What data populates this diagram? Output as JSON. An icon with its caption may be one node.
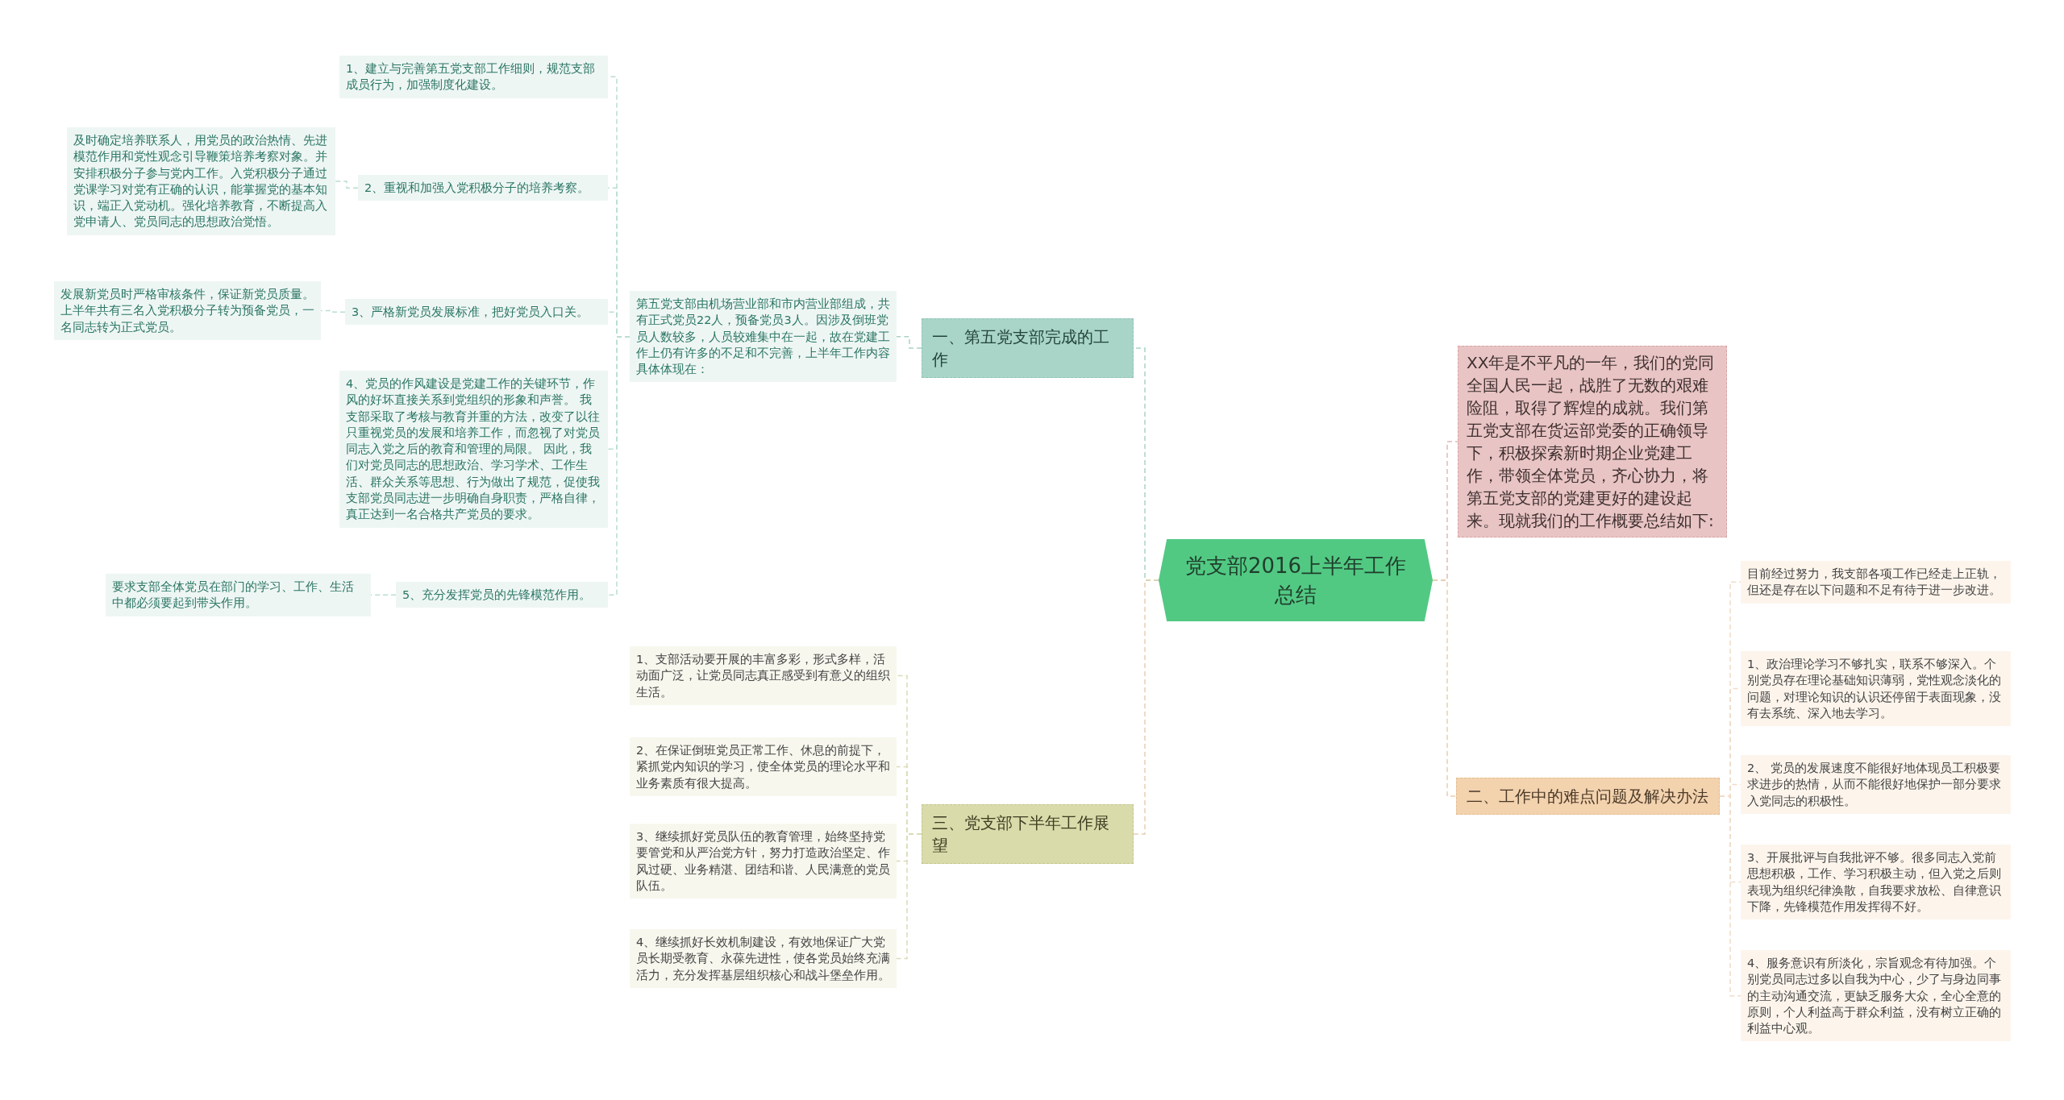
{
  "diagram": {
    "nodes": [
      {
        "text": [
          "党支部2016上半年工作总结"
        ]
      },
      {
        "text": [
          "一、第五党支部完成的工作"
        ]
      },
      {
        "text": [
          "第五党支部由机场营业部和市内营业部组成，共有正式党员22人，预备党员3人。因涉及倒班党员人数较多，人员较难集中在一起，故在党建工作上仍有许多的不足和不完善，上半年工作内容具体体现在："
        ]
      },
      {
        "text": [
          "1、建立与完善第五党支部工作细则，规范支部成员行为，加强制度化建设。"
        ]
      },
      {
        "text": [
          "2、重视和加强入党积极分子的培养考察。"
        ]
      },
      {
        "text": [
          "及时确定培养联系人，用党员的政治热情、先进模范作用和党性观念引导鞭策培养考察对象。并安排积极分子参与党内工作。入党积极分子通过党课学习对党有正确的认识，能掌握党的基本知识，端正入党动机。强化培养教育，不断提高入党申请人、党员同志的思想政治觉悟。"
        ]
      },
      {
        "text": [
          "3、严格新党员发展标准，把好党员入口关。"
        ]
      },
      {
        "text": [
          "发展新党员时严格审核条件，保证新党员质量。上半年共有三名入党积极分子转为预备党员，一名同志转为正式党员。"
        ]
      },
      {
        "text": [
          "4、党员的作风建设是党建工作的关键环节，作风的好坏直接关系到党组织的形象和声誉。 我支部采取了考核与教育并重的方法，改变了以往只重视党员的发展和培养工作，而忽视了对党员同志入党之后的教育和管理的局限。 因此，我们对党员同志的思想政治、学习学术、工作生活、群众关系等思想、行为做出了规范，促使我支部党员同志进一步明确自身职责，严格自律，真正达到一名合格共产党员的要求。"
        ]
      },
      {
        "text": [
          "5、充分发挥党员的先锋模范作用。"
        ]
      },
      {
        "text": [
          "要求支部全体党员在部门的学习、工作、生活中都必须要起到带头作用。"
        ]
      },
      {
        "text": [
          "三、党支部下半年工作展望"
        ]
      },
      {
        "text": [
          "1、支部活动要开展的丰富多彩，形式多样，活动面广泛，让党员同志真正感受到有意义的组织生活。"
        ]
      },
      {
        "text": [
          "2、在保证倒班党员正常工作、休息的前提下，紧抓党内知识的学习，使全体党员的理论水平和业务素质有很大提高。"
        ]
      },
      {
        "text": [
          "3、继续抓好党员队伍的教育管理，始终坚持党要管党和从严治党方针，努力打造政治坚定、作风过硬、业务精湛、团结和谐、人民满意的党员队伍。"
        ]
      },
      {
        "text": [
          "4、继续抓好长效机制建设，有效地保证广大党员长期受教育、永葆先进性，使各党员始终充满活力，充分发挥基层组织核心和战斗堡垒作用。"
        ]
      },
      {
        "text": [
          "XX年是不平凡的一年，我们的党同全国人民一起，战胜了无数的艰难险阻，取得了辉煌的成就。我们第五党支部在货运部党委的正确领导下，积极探索新时期企业党建工作，带领全体党员，齐心协力，将第五党支部的党建更好的建设起来。现就我们的工作概要总结如下:"
        ]
      },
      {
        "text": [
          "二、工作中的难点问题及解决办法"
        ]
      },
      {
        "text": [
          "目前经过努力，我支部各项工作已经走上正轨，但还是存在以下问题和不足有待于进一步改进。"
        ]
      },
      {
        "text": [
          "1、政治理论学习不够扎实，联系不够深入。个别党员存在理论基础知识薄弱，党性观念淡化的问题，对理论知识的认识还停留于表面现象，没有去系统、深入地去学习。"
        ]
      },
      {
        "text": [
          "2、 党员的发展速度不能很好地体现员工积极要求进步的热情，从而不能很好地保护一部分要求入党同志的积极性。"
        ]
      },
      {
        "text": [
          "3、开展批评与自我批评不够。很多同志入党前思想积极，工作、学习积极主动，但入党之后则表现为组织纪律涣散，自我要求放松、自律意识下降，先锋模范作用发挥得不好。"
        ]
      },
      {
        "text": [
          "4、服务意识有所淡化，宗旨观念有待加强。个别党员同志过多以自我为中心，少了与身边同事的主动沟通交流，更缺乏服务大众，全心全意的原则，个人利益高于群众利益，没有树立正确的利益中心观。"
        ]
      }
    ],
    "edges": [
      {
        "from": 0,
        "to": 1,
        "arrow": "none",
        "style": "dashed",
        "color": "#a9d3c6"
      },
      {
        "from": 0,
        "to": 11,
        "arrow": "none",
        "style": "dashed",
        "color": "#e8cfae"
      },
      {
        "from": 0,
        "to": 16,
        "arrow": "none",
        "style": "dashed",
        "color": "#e6b8b8"
      },
      {
        "from": 0,
        "to": 17,
        "arrow": "none",
        "style": "dashed",
        "color": "#e8cfae"
      },
      {
        "from": 1,
        "to": 2,
        "arrow": "none",
        "style": "dashed",
        "color": "#a9d3c6"
      },
      {
        "from": 2,
        "to": 3,
        "arrow": "none",
        "style": "dashed",
        "color": "#b9ddd2"
      },
      {
        "from": 2,
        "to": 4,
        "arrow": "none",
        "style": "dashed",
        "color": "#b9ddd2"
      },
      {
        "from": 2,
        "to": 6,
        "arrow": "none",
        "style": "dashed",
        "color": "#b9ddd2"
      },
      {
        "from": 2,
        "to": 8,
        "arrow": "none",
        "style": "dashed",
        "color": "#b9ddd2"
      },
      {
        "from": 2,
        "to": 9,
        "arrow": "none",
        "style": "dashed",
        "color": "#b9ddd2"
      },
      {
        "from": 4,
        "to": 5,
        "arrow": "none",
        "style": "dashed",
        "color": "#b9ddd2"
      },
      {
        "from": 6,
        "to": 7,
        "arrow": "none",
        "style": "dashed",
        "color": "#b9ddd2"
      },
      {
        "from": 9,
        "to": 10,
        "arrow": "none",
        "style": "dashed",
        "color": "#b9ddd2"
      },
      {
        "from": 11,
        "to": 12,
        "arrow": "none",
        "style": "dashed",
        "color": "#dadcb4"
      },
      {
        "from": 11,
        "to": 13,
        "arrow": "none",
        "style": "dashed",
        "color": "#dadcb4"
      },
      {
        "from": 11,
        "to": 14,
        "arrow": "none",
        "style": "dashed",
        "color": "#dadcb4"
      },
      {
        "from": 11,
        "to": 15,
        "arrow": "none",
        "style": "dashed",
        "color": "#dadcb4"
      },
      {
        "from": 17,
        "to": 18,
        "arrow": "none",
        "style": "dashed",
        "color": "#efdcc6"
      },
      {
        "from": 17,
        "to": 19,
        "arrow": "none",
        "style": "dashed",
        "color": "#efdcc6"
      },
      {
        "from": 17,
        "to": 20,
        "arrow": "none",
        "style": "dashed",
        "color": "#efdcc6"
      },
      {
        "from": 17,
        "to": 21,
        "arrow": "none",
        "style": "dashed",
        "color": "#efdcc6"
      },
      {
        "from": 17,
        "to": 22,
        "arrow": "none",
        "style": "dashed",
        "color": "#efdcc6"
      }
    ]
  }
}
